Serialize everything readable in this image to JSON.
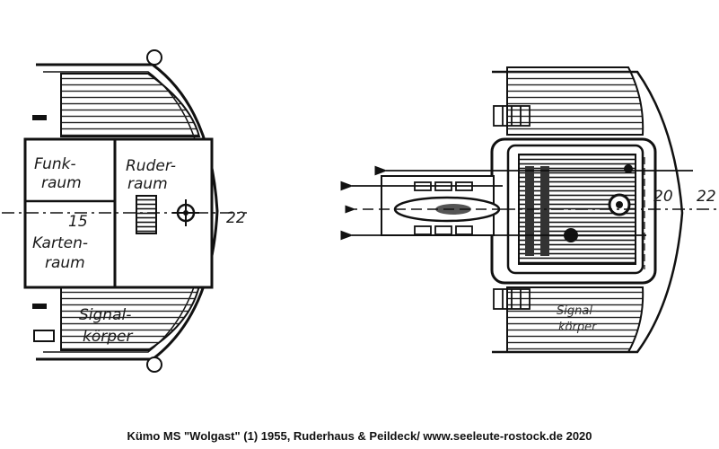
{
  "plan_left": {
    "funk_line1": "Funk-",
    "funk_line2": "raum",
    "ruder_line1": "Ruder-",
    "ruder_line2": "raum",
    "number_15": "15",
    "karten_line1": "Karten-",
    "karten_line2": "raum",
    "signal_line1": "Signal-",
    "signal_line2": "körper",
    "frame_number": "22"
  },
  "plan_right": {
    "frame_20": "20",
    "frame_22": "22",
    "signal_line1": "Signal-",
    "signal_line2": "körper"
  },
  "caption": "Kümo MS \"Wolgast\" (1) 1955, Ruderhaus & Peildeck/ www.seeleute-rostock.de 2020",
  "colors": {
    "ink": "#1a1a1a",
    "background": "#ffffff"
  }
}
